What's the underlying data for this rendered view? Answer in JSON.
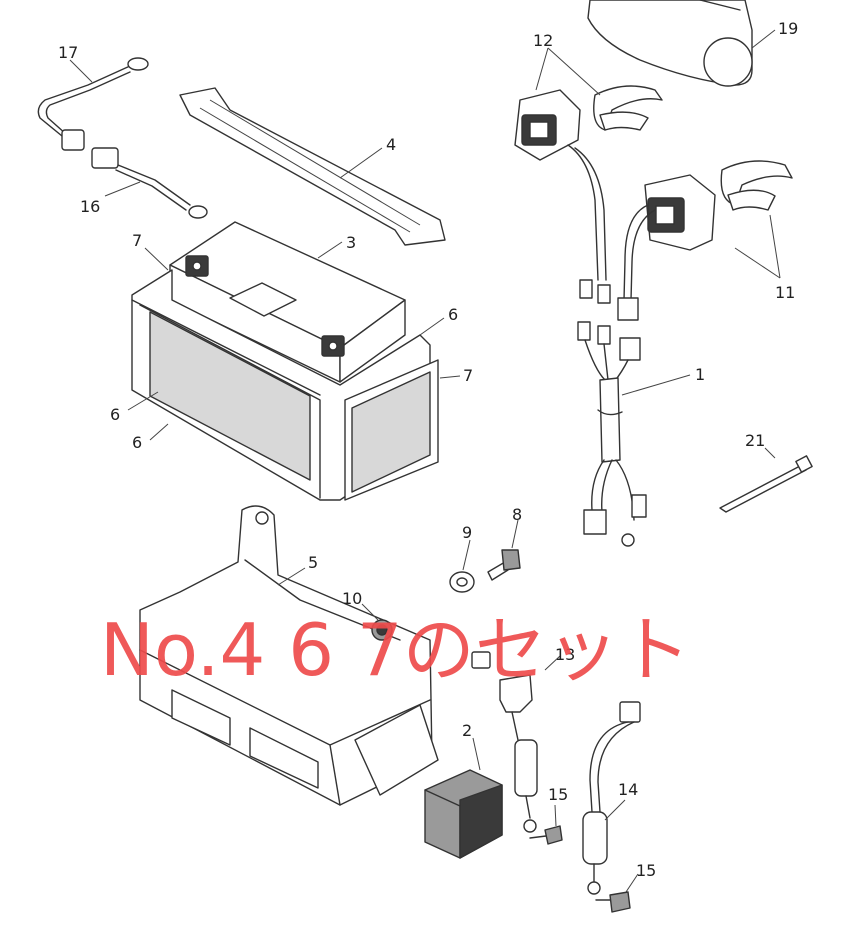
{
  "callouts": {
    "p1": "1",
    "p2": "2",
    "p3": "3",
    "p4": "4",
    "p5": "5",
    "p6a": "6",
    "p6b": "6",
    "p6c": "6",
    "p7a": "7",
    "p7b": "7",
    "p8": "8",
    "p9": "9",
    "p10": "10",
    "p11": "11",
    "p12": "12",
    "p13": "13",
    "p14": "14",
    "p15a": "15",
    "p15b": "15",
    "p16": "16",
    "p17": "17",
    "p19": "19",
    "p21": "21"
  },
  "overlay_text": "No.4 6 7のセット",
  "colors": {
    "overlay": "#ee4b4b",
    "line": "#333333",
    "background": "#ffffff"
  }
}
